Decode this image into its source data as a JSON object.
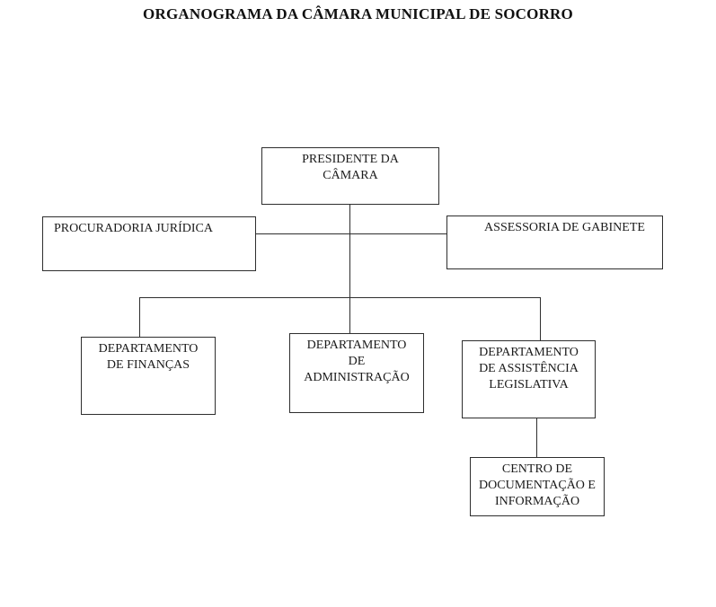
{
  "title": "ORGANOGRAMA DA CÂMARA MUNICIPAL DE SOCORRO",
  "nodes": {
    "presidente": {
      "label": "PRESIDENTE DA\nCÂMARA"
    },
    "procuradoria": {
      "label": "PROCURADORIA JURÍDICA"
    },
    "assessoria": {
      "label": "ASSESSORIA DE GABINETE"
    },
    "financas": {
      "label": "DEPARTAMENTO\nDE FINANÇAS"
    },
    "administracao": {
      "label": "DEPARTAMENTO\nDE\nADMINISTRAÇÃO"
    },
    "assistencia": {
      "label": "DEPARTAMENTO\nDE ASSISTÊNCIA\nLEGISLATIVA"
    },
    "centro": {
      "label": "CENTRO DE\nDOCUMENTAÇÃO E\nINFORMAÇÃO"
    }
  },
  "edges": [
    {
      "from": "presidente",
      "to": "procuradoria"
    },
    {
      "from": "presidente",
      "to": "assessoria"
    },
    {
      "from": "presidente",
      "to": "financas"
    },
    {
      "from": "presidente",
      "to": "administracao"
    },
    {
      "from": "presidente",
      "to": "assistencia"
    },
    {
      "from": "assistencia",
      "to": "centro"
    }
  ],
  "colors": {
    "background": "#ffffff",
    "line": "#2e2e2e",
    "text": "#1a1a1a"
  }
}
